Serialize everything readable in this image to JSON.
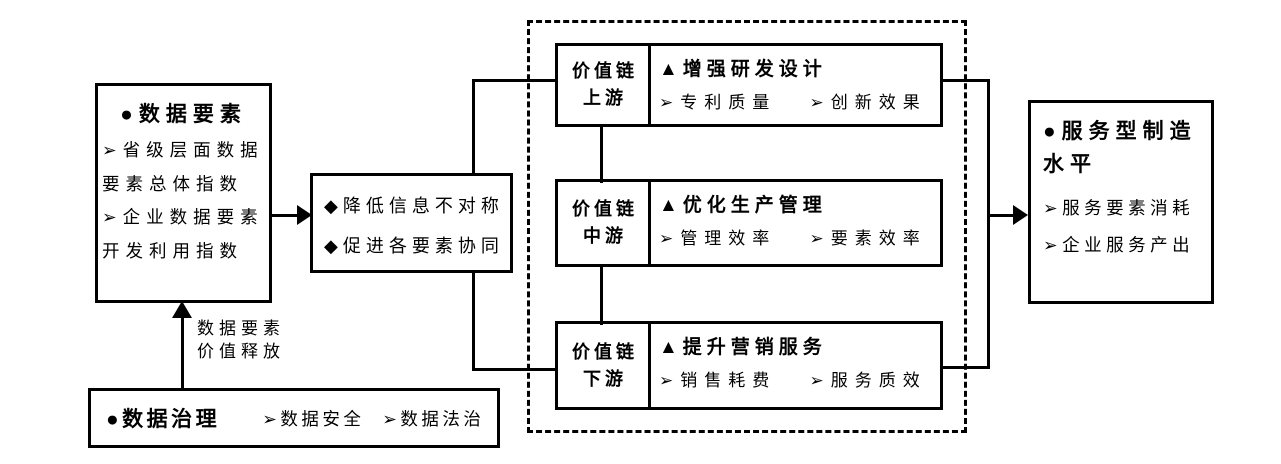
{
  "colors": {
    "line": "#000000",
    "background": "#ffffff"
  },
  "data_elements": {
    "title": "●数据要素",
    "lines": [
      "➢省级层面数据",
      "要素总体指数",
      "➢企业数据要素",
      "开发利用指数"
    ]
  },
  "enabler": {
    "items": [
      "◆降低信息不对称",
      "◆促进各要素协同"
    ]
  },
  "value_chain": {
    "rows": [
      {
        "label_lines": [
          "价值链",
          "上游"
        ],
        "title": "▲增强研发设计",
        "items": [
          "➢专利质量",
          "➢创新效果"
        ]
      },
      {
        "label_lines": [
          "价值链",
          "中游"
        ],
        "title": "▲优化生产管理",
        "items": [
          "➢管理效率",
          "➢要素效率"
        ]
      },
      {
        "label_lines": [
          "价值链",
          "下游"
        ],
        "title": "▲提升营销服务",
        "items": [
          "➢销售耗费",
          "➢服务质效"
        ]
      }
    ]
  },
  "service_manufacturing": {
    "title_lines": [
      "●服务型制造",
      "水平"
    ],
    "items": [
      "➢服务要素消耗",
      "➢企业服务产出"
    ]
  },
  "governance": {
    "title": "●数据治理",
    "items": [
      "➢数据安全",
      "➢数据法治"
    ]
  },
  "release_label_lines": [
    "数据要素",
    "价值释放"
  ]
}
